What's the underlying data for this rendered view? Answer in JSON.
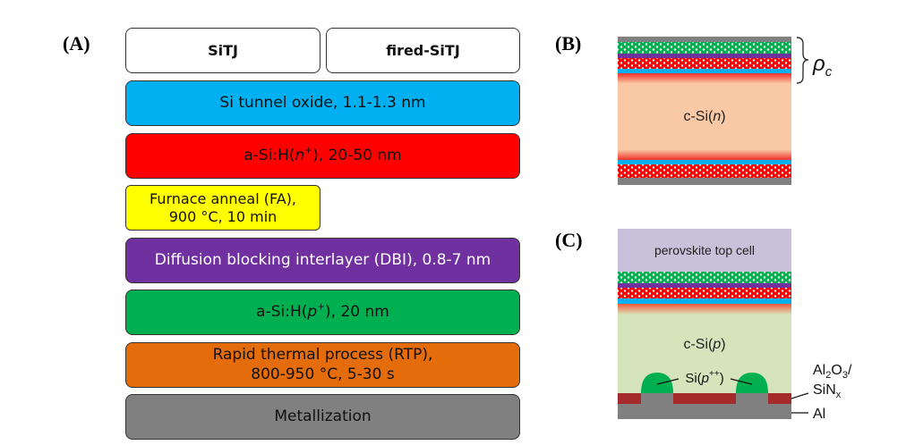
{
  "panel_a": {
    "label": "(A)",
    "col1": "SiTJ",
    "col2": "fired-SiTJ",
    "steps": [
      {
        "text": "Si tunnel oxide, 1.1-1.3 nm",
        "color": "#00b0f0"
      },
      {
        "pre": "a-Si:H(",
        "italic": "n",
        "sup": "+",
        "post": "), 20-50 nm",
        "color": "#ff0000"
      },
      {
        "line1": "Furnace anneal (FA),",
        "line2": "900 °C, 10 min",
        "color": "#ffff00"
      },
      {
        "text": "Diffusion blocking interlayer (DBI), 0.8-7 nm",
        "color": "#7030a0"
      },
      {
        "pre": "a-Si:H(",
        "italic": "p",
        "sup": "+",
        "post": "), 20 nm",
        "color": "#00b050"
      },
      {
        "line1": "Rapid thermal process (RTP),",
        "line2": "800-950 °C, 5-30 s",
        "color": "#e46c0a"
      },
      {
        "text": "Metallization",
        "color": "#808080"
      }
    ]
  },
  "panel_b": {
    "label": "(B)",
    "rho": "ρ",
    "rho_sub": "c",
    "bulk_pre": "c-Si(",
    "bulk_italic": "n",
    "bulk_post": ")"
  },
  "panel_c": {
    "label": "(C)",
    "top_cell": "perovskite top cell",
    "bulk_pre": "c-Si(",
    "bulk_italic": "p",
    "bulk_post": ")",
    "contact_pre": "Si(",
    "contact_italic": "p",
    "contact_sup": "++",
    "contact_post": ")",
    "passivation_line1_pre": "Al",
    "passivation_line1_sub1": "2",
    "passivation_line1_mid": "O",
    "passivation_line1_sub2": "3",
    "passivation_line1_post": "/",
    "passivation_line2_pre": "SiN",
    "passivation_line2_sub": "x",
    "metal": "Al"
  },
  "colors": {
    "oxide": "#00b0f0",
    "n_layer": "#ff0000",
    "dbi": "#7030a0",
    "p_layer": "#00b050",
    "metal": "#808080",
    "bulk_n": "#f8c9a4",
    "bulk_p": "#d6e4bc",
    "perovskite": "#c9c0da",
    "passivation": "#a52a2a"
  }
}
